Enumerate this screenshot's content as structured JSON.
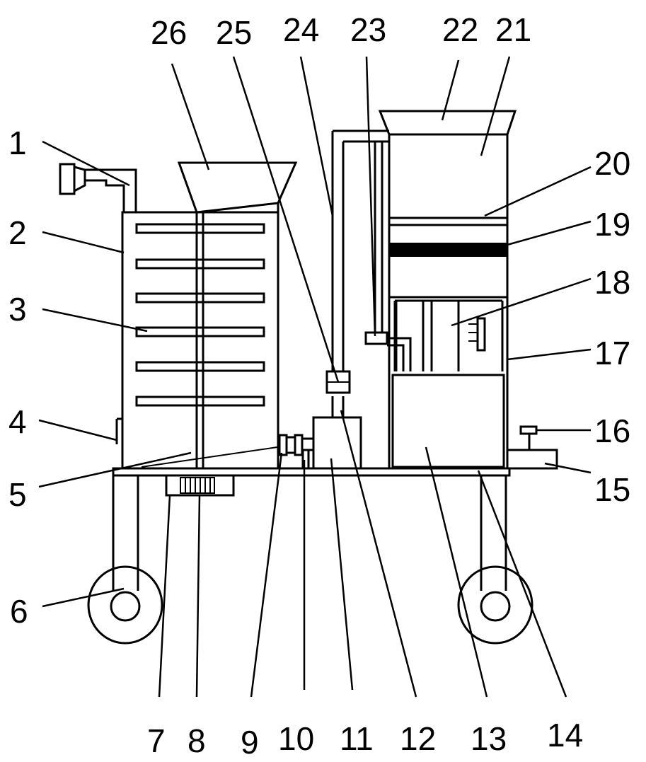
{
  "labels": {
    "l1": "1",
    "l2": "2",
    "l3": "3",
    "l4": "4",
    "l5": "5",
    "l6": "6",
    "l7": "7",
    "l8": "8",
    "l9": "9",
    "l10": "10",
    "l11": "11",
    "l12": "12",
    "l13": "13",
    "l14": "14",
    "l15": "15",
    "l16": "16",
    "l17": "17",
    "l18": "18",
    "l19": "19",
    "l20": "20",
    "l21": "21",
    "l22": "22",
    "l23": "23",
    "l24": "24",
    "l25": "25",
    "l26": "26"
  }
}
